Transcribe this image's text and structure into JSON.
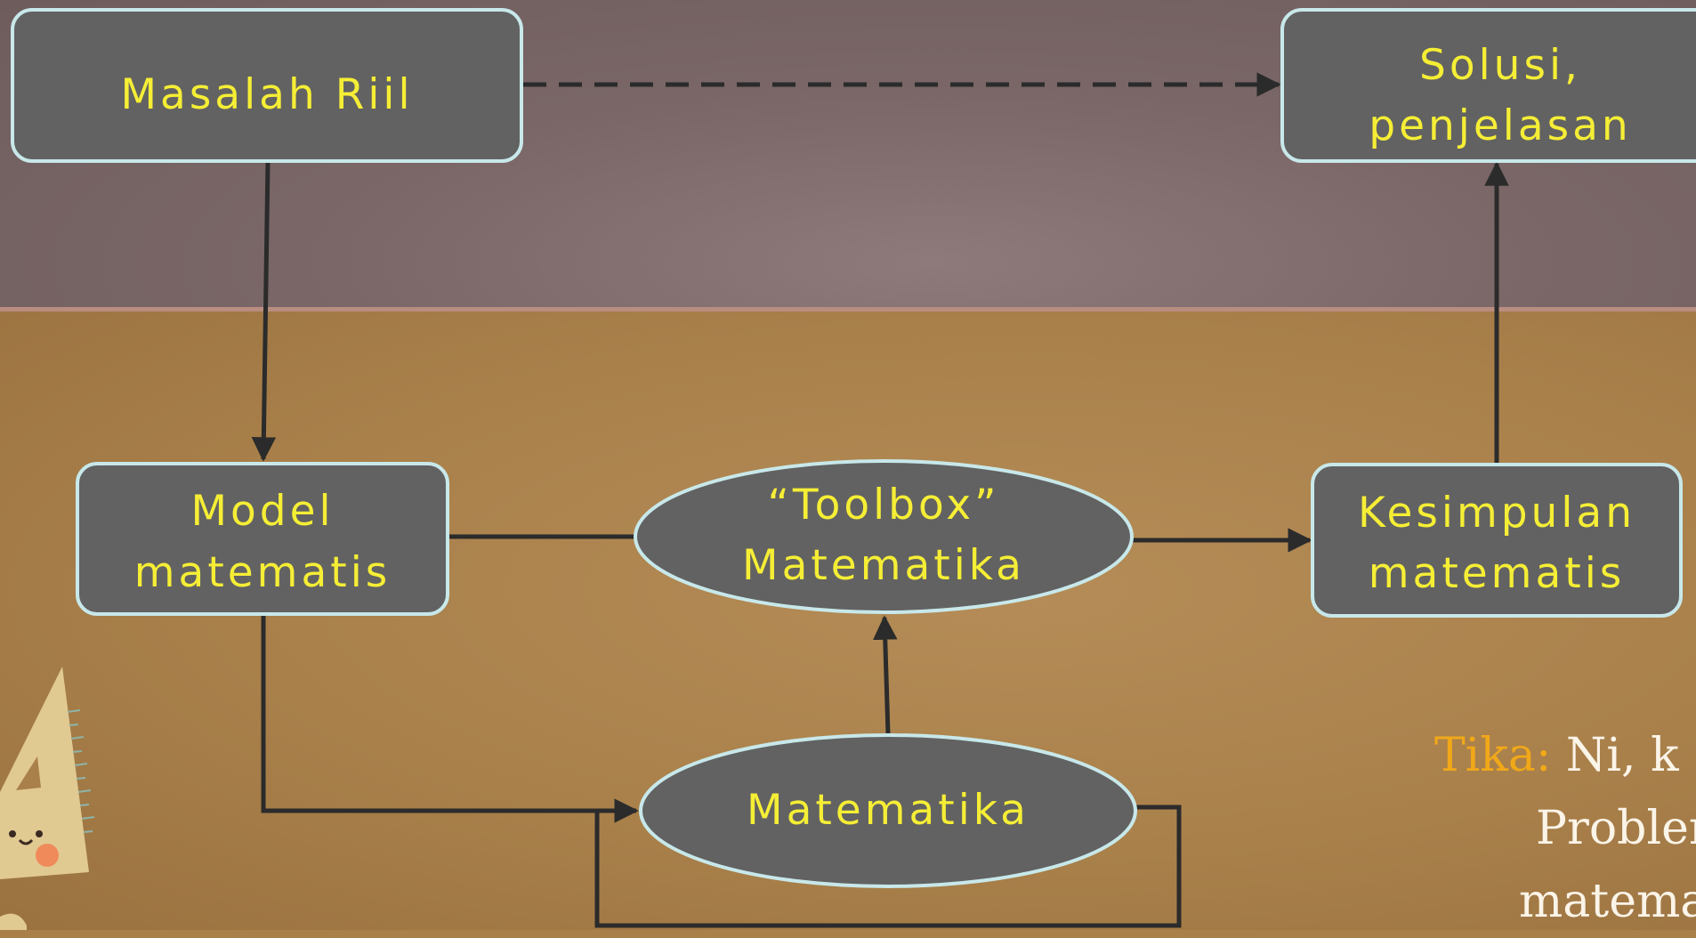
{
  "nodes": {
    "real_problem": {
      "label": "Masalah Riil"
    },
    "solution": {
      "line1": "Solusi,",
      "line2": "penjelasan"
    },
    "model": {
      "line1": "Model",
      "line2": "matematis"
    },
    "toolbox": {
      "line1": "“Toolbox”",
      "line2": "Matematika"
    },
    "conclusion": {
      "line1": "Kesimpulan",
      "line2": "matematis"
    },
    "math": {
      "label": "Matematika"
    }
  },
  "caption": {
    "speaker": "Tika:",
    "line1": "Ni, k",
    "line2": "Problem",
    "line3": "matema"
  },
  "colors": {
    "node_fill": "#626262",
    "node_border": "#c8e8ea",
    "node_text": "#f5ee35",
    "arrow": "#2b2b2b",
    "speaker": "#f1a818"
  }
}
